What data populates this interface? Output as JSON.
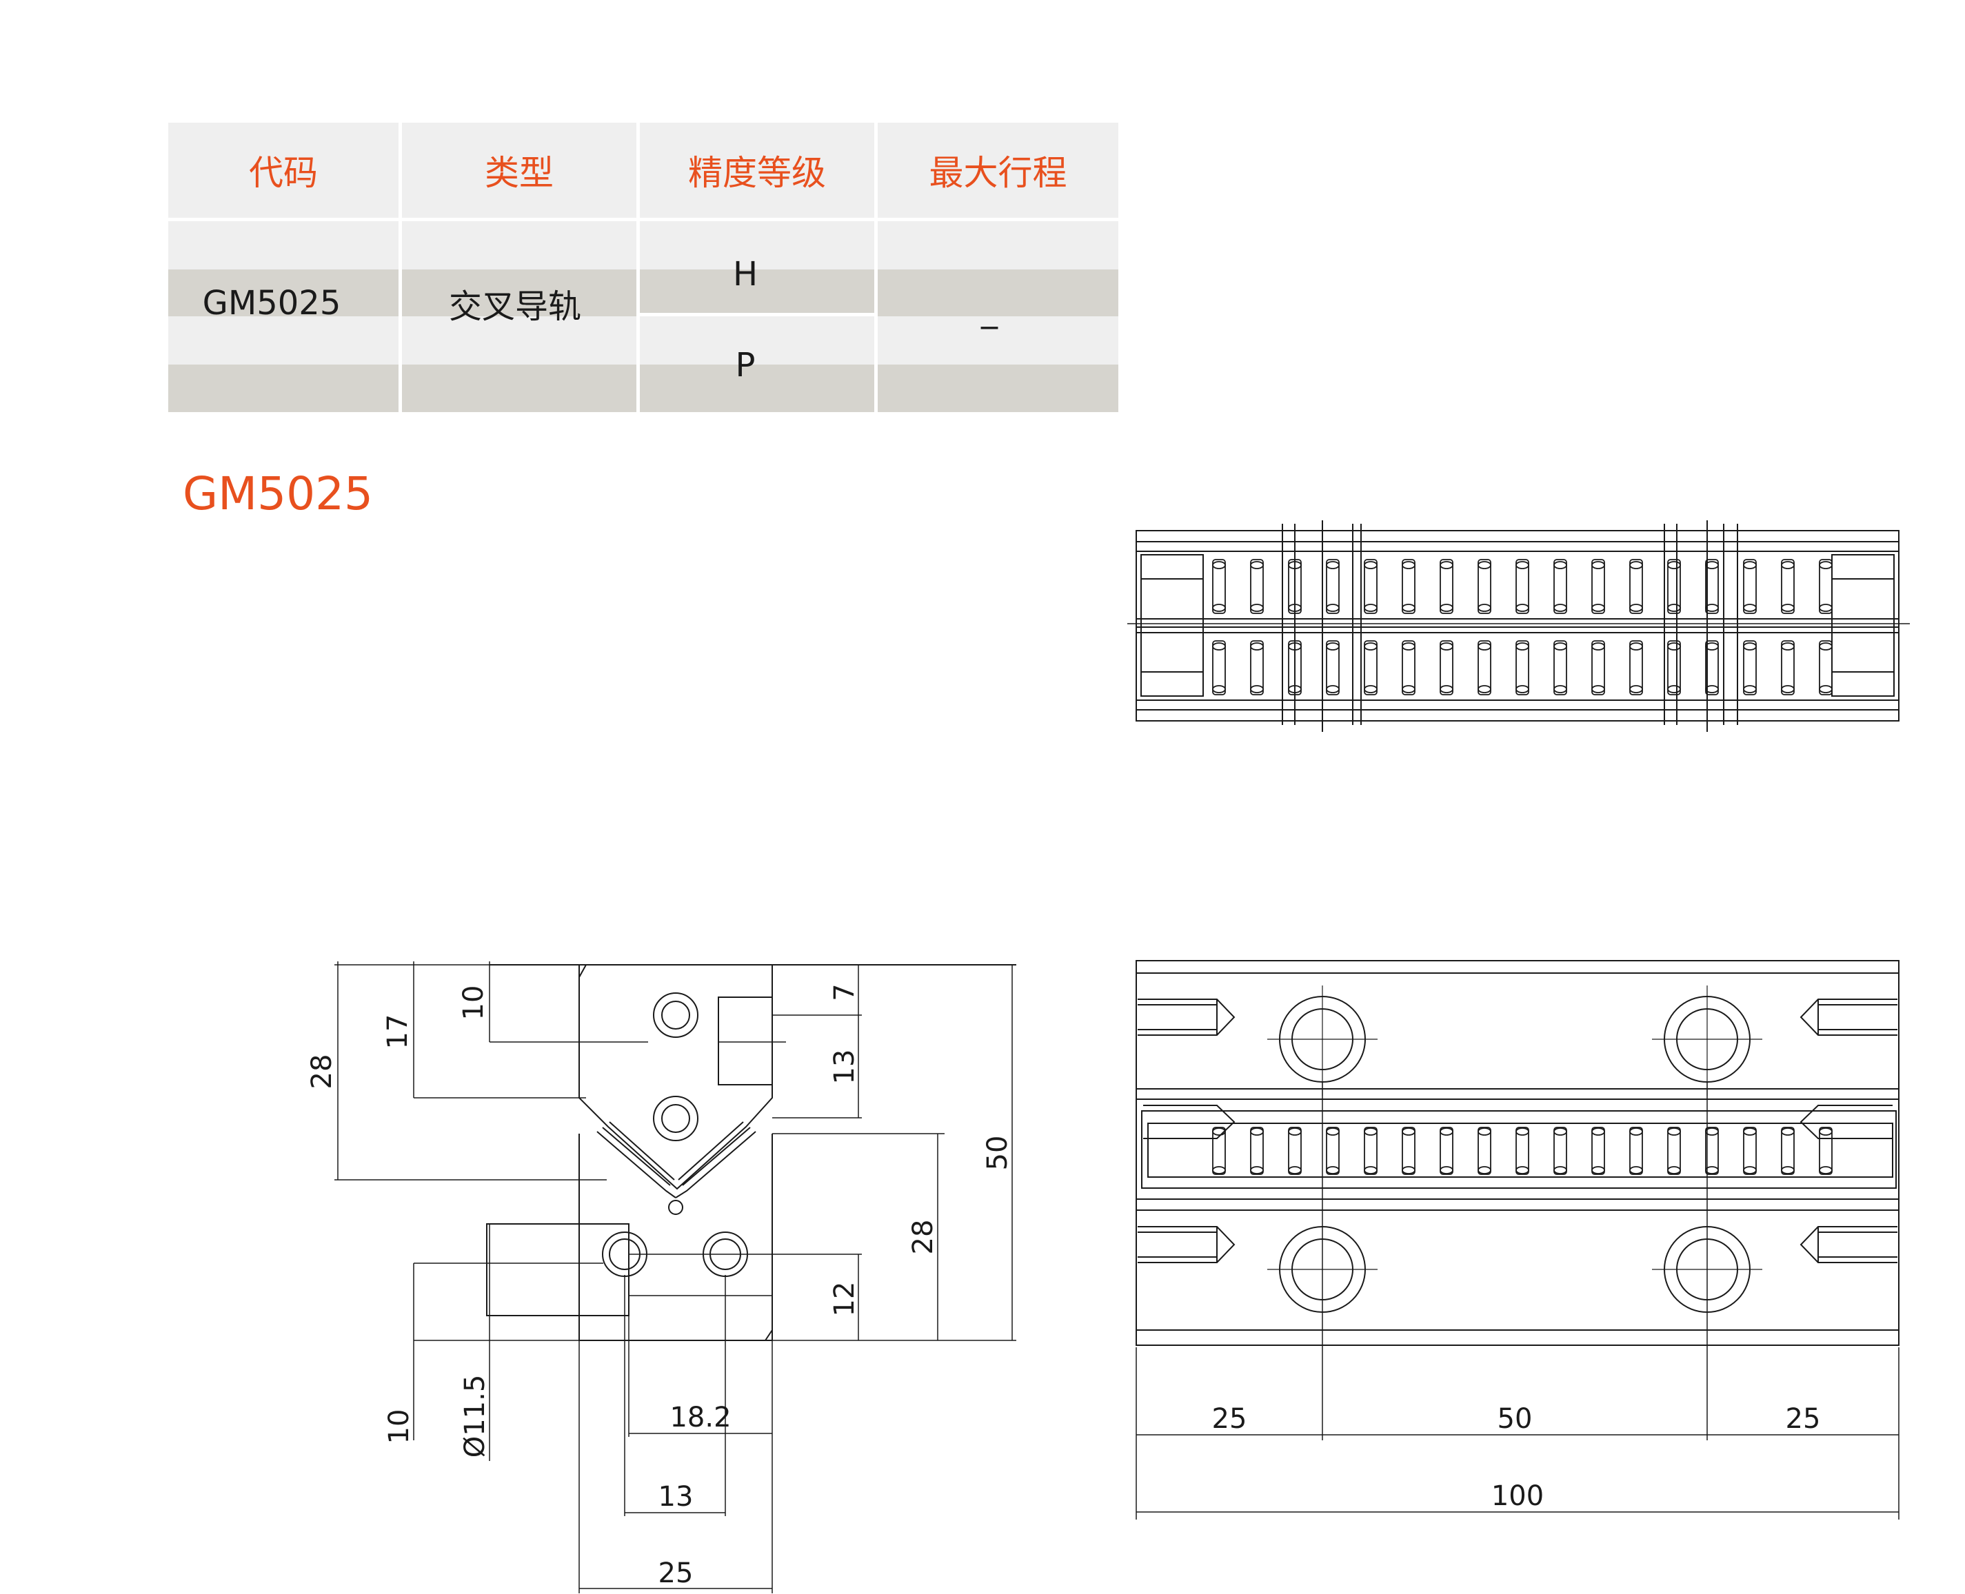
{
  "table": {
    "headers": [
      "代码",
      "类型",
      "精度等级",
      "最大行程"
    ],
    "code": "GM5025",
    "type": "交叉导轨",
    "precision": [
      "H",
      "P"
    ],
    "max_stroke": "_"
  },
  "model_title": "GM5025",
  "front_view": {
    "dims": {
      "d10_top": "10",
      "d17": "17",
      "d28_left": "28",
      "d7": "7",
      "d13_right": "13",
      "d50": "50",
      "d28_right": "28",
      "d12": "12",
      "d10_bottom": "10",
      "d11_5": "Ø11.5",
      "d18_2": "18.2",
      "d13_bottom": "13",
      "d25": "25"
    }
  },
  "plan_view": {
    "dims": {
      "left": "25",
      "middle": "50",
      "right": "25",
      "total": "100"
    }
  },
  "colors": {
    "accent": "#e8501e",
    "header_bg": "#efefef",
    "stripe": "#d6d4ce",
    "line": "#1a1a1a"
  }
}
